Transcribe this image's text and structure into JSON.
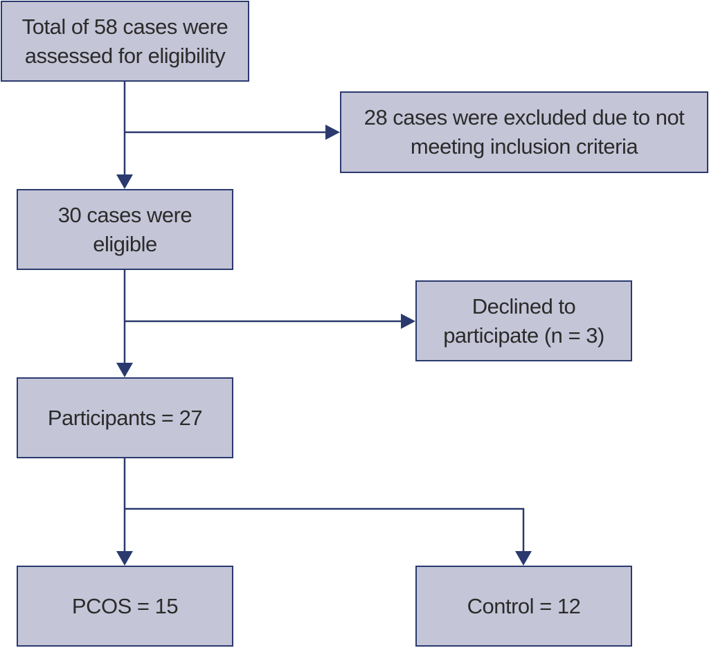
{
  "colors": {
    "box_fill": "#c5c5d8",
    "box_border": "#2a3a6e",
    "connector": "#2a3a6e",
    "text": "#2b2b2b"
  },
  "boxes": {
    "total": {
      "line1": "Total of 58 cases were",
      "line2": "assessed for eligibility"
    },
    "excluded": {
      "line1": "28 cases were excluded due to not",
      "line2": "meeting inclusion criteria"
    },
    "eligible": {
      "line1": "30 cases were",
      "line2": "eligible"
    },
    "declined": {
      "line1": "Declined to",
      "line2": "participate (n = 3)"
    },
    "participants": {
      "line1": "Participants = 27"
    },
    "pcos": {
      "line1": "PCOS = 15"
    },
    "control": {
      "line1": "Control = 12"
    }
  },
  "connectors": [
    {
      "from": "total",
      "to": "eligible"
    },
    {
      "from": "total",
      "to": "excluded"
    },
    {
      "from": "eligible",
      "to": "participants"
    },
    {
      "from": "eligible",
      "to": "declined"
    },
    {
      "from": "participants",
      "to": "pcos"
    },
    {
      "from": "participants",
      "to": "control"
    }
  ]
}
